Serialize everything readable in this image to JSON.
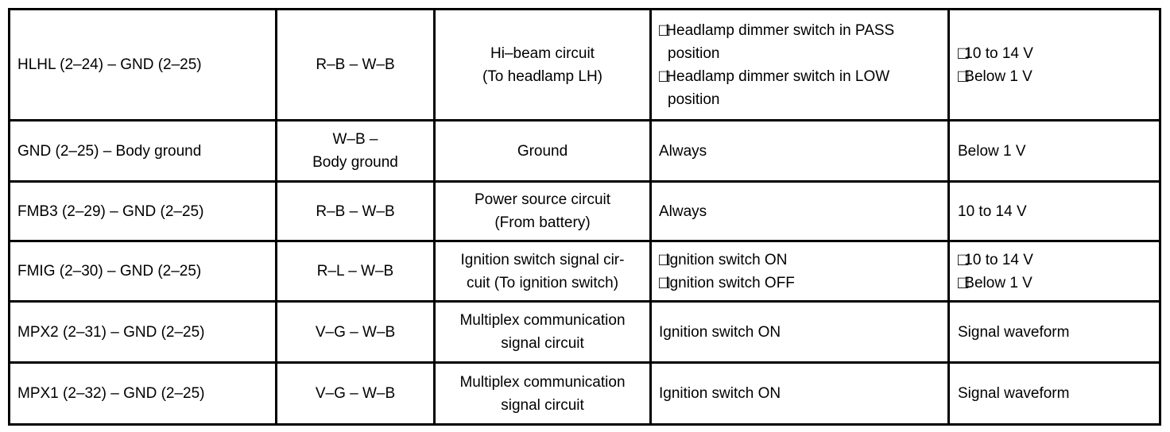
{
  "icons": {
    "square_bullet": "□"
  },
  "table": {
    "description": "Terminal voltage inspection table",
    "rows": [
      {
        "terminal": "HLHL (2–24) – GND (2–25)",
        "wire_lines": [
          "R–B – W–B"
        ],
        "circuit_lines": [
          "Hi–beam circuit",
          "(To headlamp LH)"
        ],
        "condition_items": [
          "Headlamp dimmer switch in PASS position",
          "Headlamp dimmer switch in LOW position"
        ],
        "voltage_items": [
          "10 to 14 V",
          "Below 1 V"
        ]
      },
      {
        "terminal": "GND (2–25) – Body ground",
        "wire_lines": [
          "W–B –",
          "Body ground"
        ],
        "circuit_lines": [
          "Ground"
        ],
        "condition_text": "Always",
        "voltage_text": "Below 1 V"
      },
      {
        "terminal": "FMB3 (2–29) – GND (2–25)",
        "wire_lines": [
          "R–B – W–B"
        ],
        "circuit_lines": [
          "Power source circuit",
          "(From battery)"
        ],
        "condition_text": "Always",
        "voltage_text": "10 to 14 V"
      },
      {
        "terminal": "FMIG (2–30) – GND (2–25)",
        "wire_lines": [
          "R–L – W–B"
        ],
        "circuit_lines": [
          "Ignition switch signal cir-",
          "cuit (To ignition switch)"
        ],
        "condition_items": [
          "Ignition switch ON",
          "Ignition switch OFF"
        ],
        "voltage_items": [
          "10 to 14 V",
          "Below 1 V"
        ]
      },
      {
        "terminal": "MPX2 (2–31) – GND (2–25)",
        "wire_lines": [
          "V–G – W–B"
        ],
        "circuit_lines": [
          "Multiplex communication",
          "signal circuit"
        ],
        "condition_text": "Ignition switch ON",
        "voltage_text": "Signal waveform"
      },
      {
        "terminal": "MPX1 (2–32) – GND (2–25)",
        "wire_lines": [
          "V–G – W–B"
        ],
        "circuit_lines": [
          "Multiplex communication",
          "signal circuit"
        ],
        "condition_text": "Ignition switch ON",
        "voltage_text": "Signal waveform"
      }
    ]
  }
}
